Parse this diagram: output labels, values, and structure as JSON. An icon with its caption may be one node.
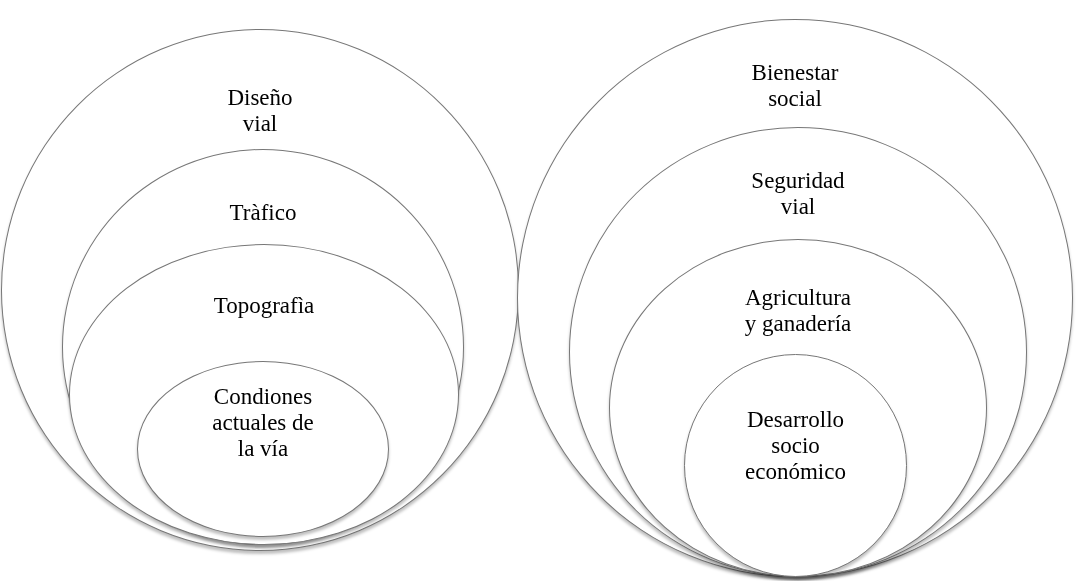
{
  "diagram": {
    "nodes": [
      {
        "text": [
          "Diseño vial"
        ]
      },
      {
        "text": [
          "Tràfico"
        ],
        "in": 0
      },
      {
        "text": [
          "Topografìa"
        ],
        "in": 1
      },
      {
        "text": [
          "Condiones actuales de la vía"
        ],
        "in": 2
      },
      {
        "text": [
          "Bienestar social"
        ]
      },
      {
        "text": [
          "Seguridad vial"
        ],
        "in": 4
      },
      {
        "text": [
          "Agricultura y ganadería"
        ],
        "in": 5
      },
      {
        "text": [
          "Desarrollo socio económico"
        ],
        "in": 6
      }
    ]
  }
}
